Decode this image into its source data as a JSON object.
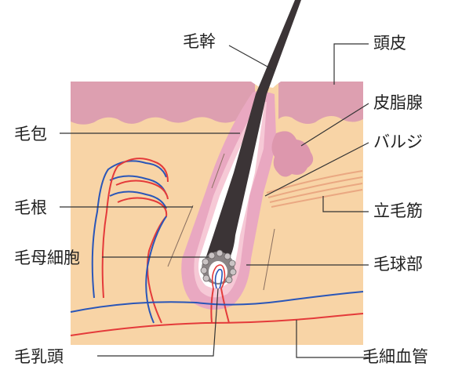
{
  "labels": {
    "hair_shaft": "毛幹",
    "scalp": "頭皮",
    "sebaceous_gland": "皮脂腺",
    "bulge": "バルジ",
    "hair_follicle": "毛包",
    "arrector_pili": "立毛筋",
    "hair_root": "毛根",
    "matrix_cell": "毛母細胞",
    "hair_bulb": "毛球部",
    "dermal_papilla": "毛乳頭",
    "capillary": "毛細血管"
  },
  "colors": {
    "epidermis": "#dd9fb0",
    "dermis": "#f8d4a6",
    "sebaceous": "#dd97ad",
    "follicle_sheath": "#e9a8c1",
    "hair": "#3b3436",
    "papilla": "#ffffff",
    "artery": "#e43a3a",
    "vein": "#2a56b8",
    "leader": "#333333"
  }
}
